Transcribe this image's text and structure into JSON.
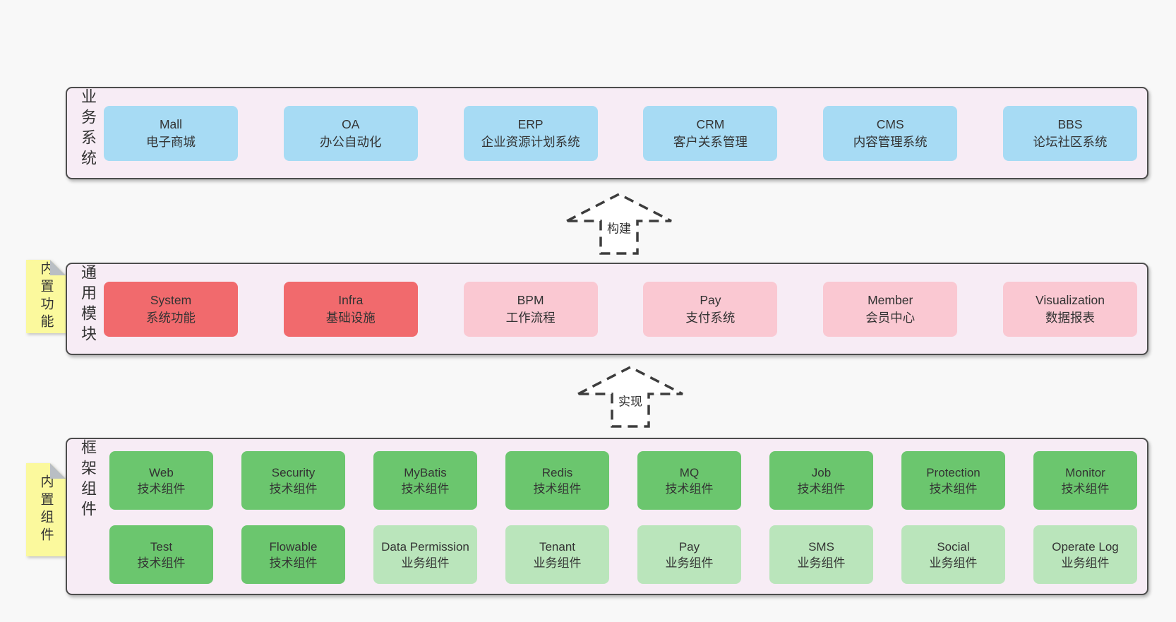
{
  "colors": {
    "page-bg": "#f8f8f8",
    "layer-bg": "#f7ecf5",
    "layer-border": "#4d4d4d",
    "blue": "#a7dbf4",
    "red": "#f16a6d",
    "pink": "#fac8d2",
    "green": "#6bc66e",
    "lightgreen": "#bae5bb",
    "yellow": "#fbf99d",
    "fold": "#b9bec4",
    "text": "#333333",
    "arrow": "#3d3d3d"
  },
  "layers": {
    "business": {
      "label": "业务系统",
      "boxes": [
        {
          "name": "Mall",
          "desc": "电子商城",
          "variant": "blue"
        },
        {
          "name": "OA",
          "desc": "办公自动化",
          "variant": "blue"
        },
        {
          "name": "ERP",
          "desc": "企业资源计划系统",
          "variant": "blue"
        },
        {
          "name": "CRM",
          "desc": "客户关系管理",
          "variant": "blue"
        },
        {
          "name": "CMS",
          "desc": "内容管理系统",
          "variant": "blue"
        },
        {
          "name": "BBS",
          "desc": "论坛社区系统",
          "variant": "blue"
        }
      ]
    },
    "modules": {
      "label": "通用模块",
      "tab": "内置功能",
      "boxes": [
        {
          "name": "System",
          "desc": "系统功能",
          "variant": "red"
        },
        {
          "name": "Infra",
          "desc": "基础设施",
          "variant": "red"
        },
        {
          "name": "BPM",
          "desc": "工作流程",
          "variant": "pink"
        },
        {
          "name": "Pay",
          "desc": "支付系统",
          "variant": "pink"
        },
        {
          "name": "Member",
          "desc": "会员中心",
          "variant": "pink"
        },
        {
          "name": "Visualization",
          "desc": "数据报表",
          "variant": "pink"
        }
      ]
    },
    "components": {
      "label": "框架组件",
      "tab": "内置组件",
      "rows": [
        [
          {
            "name": "Web",
            "desc": "技术组件",
            "variant": "green"
          },
          {
            "name": "Security",
            "desc": "技术组件",
            "variant": "green"
          },
          {
            "name": "MyBatis",
            "desc": "技术组件",
            "variant": "green"
          },
          {
            "name": "Redis",
            "desc": "技术组件",
            "variant": "green"
          },
          {
            "name": "MQ",
            "desc": "技术组件",
            "variant": "green"
          },
          {
            "name": "Job",
            "desc": "技术组件",
            "variant": "green"
          },
          {
            "name": "Protection",
            "desc": "技术组件",
            "variant": "green"
          },
          {
            "name": "Monitor",
            "desc": "技术组件",
            "variant": "green"
          }
        ],
        [
          {
            "name": "Test",
            "desc": "技术组件",
            "variant": "green"
          },
          {
            "name": "Flowable",
            "desc": "技术组件",
            "variant": "green"
          },
          {
            "name": "Data Permission",
            "desc": "业务组件",
            "variant": "lightgreen"
          },
          {
            "name": "Tenant",
            "desc": "业务组件",
            "variant": "lightgreen"
          },
          {
            "name": "Pay",
            "desc": "业务组件",
            "variant": "lightgreen"
          },
          {
            "name": "SMS",
            "desc": "业务组件",
            "variant": "lightgreen"
          },
          {
            "name": "Social",
            "desc": "业务组件",
            "variant": "lightgreen"
          },
          {
            "name": "Operate Log",
            "desc": "业务组件",
            "variant": "lightgreen"
          }
        ]
      ]
    }
  },
  "arrows": [
    {
      "label": "构建"
    },
    {
      "label": "实现"
    }
  ]
}
